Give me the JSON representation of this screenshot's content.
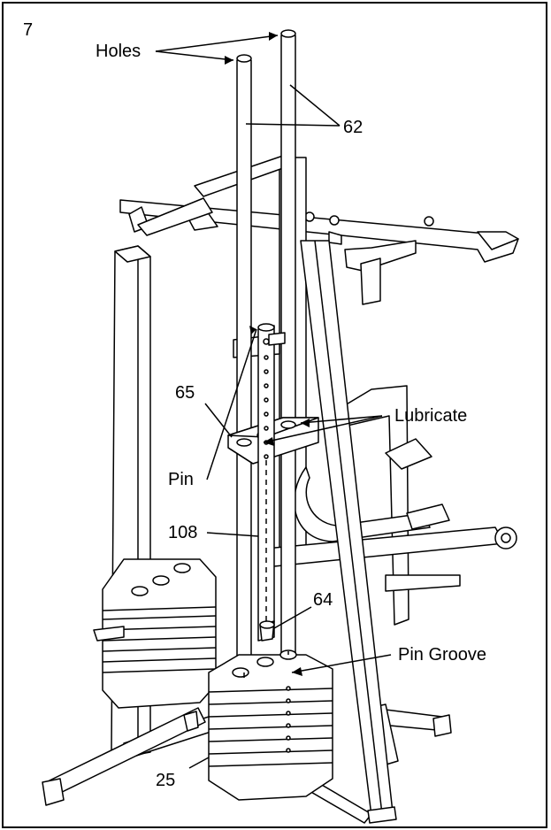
{
  "step_number": "7",
  "callouts": {
    "holes": "Holes",
    "part_62": "62",
    "part_65": "65",
    "lubricate": "Lubricate",
    "pin": "Pin",
    "part_108": "108",
    "part_64": "64",
    "pin_groove": "Pin Groove",
    "part_25": "25"
  }
}
